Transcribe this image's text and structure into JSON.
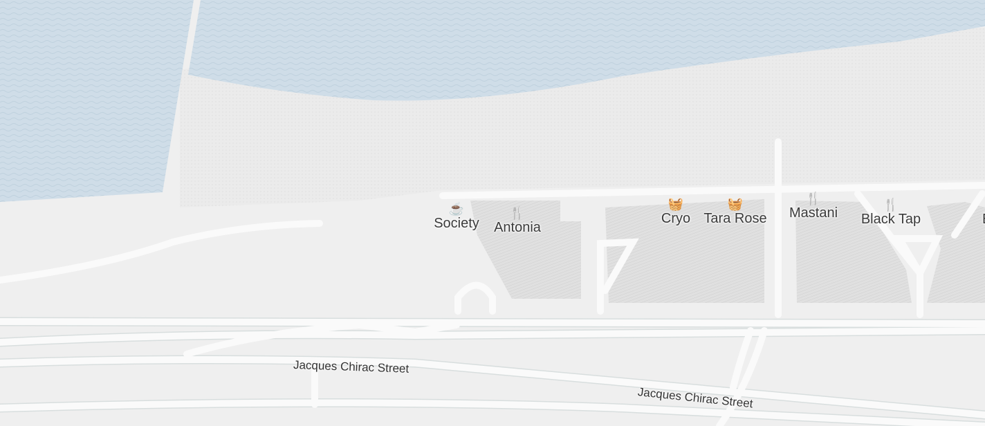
{
  "map": {
    "colors": {
      "water": "#cfdde8",
      "land": "#efefef",
      "sand": "#e9e9e9",
      "building": "#dcdcdc",
      "road": "#fafafa",
      "road_edge": "#d8dede",
      "text": "#3a3a3a"
    },
    "pois": [
      {
        "name": "Society",
        "icon": "coffee-cup-icon",
        "glyph": "☕"
      },
      {
        "name": "Antonia",
        "icon": "fork-knife-icon",
        "glyph": "🍴"
      },
      {
        "name": "Cryo",
        "icon": "shopping-basket-icon",
        "glyph": "🧺"
      },
      {
        "name": "Tara Rose",
        "icon": "shopping-basket-icon",
        "glyph": "🧺"
      },
      {
        "name": "Mastani",
        "icon": "fork-knife-icon",
        "glyph": "🍴"
      },
      {
        "name": "Black Tap",
        "icon": "fork-knife-icon",
        "glyph": "🍴"
      },
      {
        "name": "E",
        "icon": "",
        "glyph": ""
      }
    ],
    "streets": [
      "Jacques Chirac Street",
      "Jacques Chirac Street"
    ]
  }
}
